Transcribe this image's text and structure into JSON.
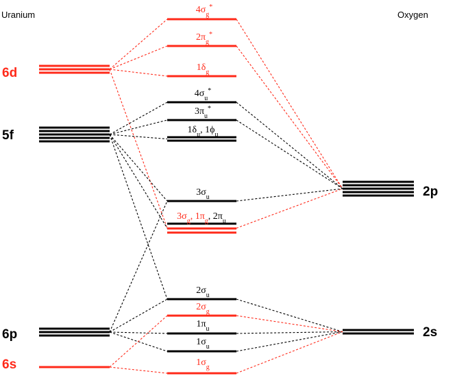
{
  "colors": {
    "red": "#ff2a1a",
    "black": "#000000"
  },
  "headers": {
    "left": "Uranium",
    "right": "Oxygen"
  },
  "uranium_levels": [
    {
      "key": "6d",
      "label": "6d",
      "color": "red"
    },
    {
      "key": "5f",
      "label": "5f",
      "color": "black"
    },
    {
      "key": "6p",
      "label": "6p",
      "color": "black"
    },
    {
      "key": "6s",
      "label": "6s",
      "color": "red"
    }
  ],
  "oxygen_levels": [
    {
      "key": "2p",
      "label": "2p",
      "color": "black"
    },
    {
      "key": "2s",
      "label": "2s",
      "color": "black"
    }
  ],
  "molecular_orbitals": [
    {
      "key": "4sg",
      "color": "red",
      "label": [
        {
          "c": "red",
          "t": "4σ"
        },
        {
          "c": "red",
          "t": "g",
          "sub": true
        },
        {
          "c": "red",
          "t": "*",
          "sup": true
        }
      ]
    },
    {
      "key": "2pg",
      "color": "red",
      "label": [
        {
          "c": "red",
          "t": "2π"
        },
        {
          "c": "red",
          "t": "g",
          "sub": true
        },
        {
          "c": "red",
          "t": "*",
          "sup": true
        }
      ]
    },
    {
      "key": "1dg",
      "color": "red",
      "label": [
        {
          "c": "red",
          "t": "1δ"
        },
        {
          "c": "red",
          "t": "g",
          "sub": true
        }
      ]
    },
    {
      "key": "4su",
      "color": "black",
      "label": [
        {
          "c": "black",
          "t": "4σ"
        },
        {
          "c": "black",
          "t": "u",
          "sub": true
        },
        {
          "c": "black",
          "t": "*",
          "sup": true
        }
      ]
    },
    {
      "key": "3pu",
      "color": "black",
      "label": [
        {
          "c": "black",
          "t": "3π"
        },
        {
          "c": "black",
          "t": "u",
          "sub": true
        },
        {
          "c": "black",
          "t": "*",
          "sup": true
        }
      ]
    },
    {
      "key": "1du1fu",
      "color": "black",
      "label": [
        {
          "c": "black",
          "t": "1δ"
        },
        {
          "c": "black",
          "t": "u",
          "sub": true
        },
        {
          "c": "black",
          "t": ", 1ϕ"
        },
        {
          "c": "black",
          "t": "u",
          "sub": true
        }
      ]
    },
    {
      "key": "3su",
      "color": "black",
      "label": [
        {
          "c": "black",
          "t": "3σ"
        },
        {
          "c": "black",
          "t": "u",
          "sub": true
        }
      ]
    },
    {
      "key": "3sg1pg2pu",
      "color": "red",
      "label": [
        {
          "c": "red",
          "t": "3σ"
        },
        {
          "c": "red",
          "t": "g",
          "sub": true
        },
        {
          "c": "red",
          "t": ", 1π"
        },
        {
          "c": "red",
          "t": "g",
          "sub": true
        },
        {
          "c": "black",
          "t": ", 2π"
        },
        {
          "c": "black",
          "t": "u",
          "sub": true
        }
      ]
    },
    {
      "key": "2su",
      "color": "black",
      "label": [
        {
          "c": "black",
          "t": "2σ"
        },
        {
          "c": "black",
          "t": "u",
          "sub": true
        }
      ]
    },
    {
      "key": "2sg",
      "color": "red",
      "label": [
        {
          "c": "red",
          "t": "2σ"
        },
        {
          "c": "red",
          "t": "g",
          "sub": true
        }
      ]
    },
    {
      "key": "1pu",
      "color": "black",
      "label": [
        {
          "c": "black",
          "t": "1π"
        },
        {
          "c": "black",
          "t": "u",
          "sub": true
        }
      ]
    },
    {
      "key": "1su",
      "color": "black",
      "label": [
        {
          "c": "black",
          "t": "1σ"
        },
        {
          "c": "black",
          "t": "u",
          "sub": true
        }
      ]
    },
    {
      "key": "1sg",
      "color": "red",
      "label": [
        {
          "c": "red",
          "t": "1σ"
        },
        {
          "c": "red",
          "t": "g",
          "sub": true
        }
      ]
    }
  ],
  "correlations": [
    {
      "from": "6d",
      "to": "4sg",
      "color": "red"
    },
    {
      "from": "6d",
      "to": "2pg",
      "color": "red"
    },
    {
      "from": "6d",
      "to": "1dg",
      "color": "red"
    },
    {
      "from": "6d",
      "to": "3sg1pg2pu",
      "color": "red"
    },
    {
      "from": "4sg",
      "to": "2p",
      "color": "red"
    },
    {
      "from": "2pg",
      "to": "2p",
      "color": "red"
    },
    {
      "from": "3sg1pg2pu",
      "to": "2p",
      "color": "red"
    },
    {
      "from": "5f",
      "to": "4su",
      "color": "black"
    },
    {
      "from": "5f",
      "to": "3pu",
      "color": "black"
    },
    {
      "from": "5f",
      "to": "1du1fu",
      "color": "black"
    },
    {
      "from": "5f",
      "to": "3su",
      "color": "black"
    },
    {
      "from": "5f",
      "to": "3sg1pg2pu",
      "color": "black"
    },
    {
      "from": "5f",
      "to": "2su",
      "color": "black"
    },
    {
      "from": "4su",
      "to": "2p",
      "color": "black"
    },
    {
      "from": "3pu",
      "to": "2p",
      "color": "black"
    },
    {
      "from": "3su",
      "to": "2p",
      "color": "black"
    },
    {
      "from": "6p",
      "to": "3su",
      "color": "black"
    },
    {
      "from": "6p",
      "to": "2su",
      "color": "black"
    },
    {
      "from": "6p",
      "to": "1pu",
      "color": "black"
    },
    {
      "from": "6p",
      "to": "1su",
      "color": "black"
    },
    {
      "from": "2su",
      "to": "2s",
      "color": "black"
    },
    {
      "from": "1pu",
      "to": "2s",
      "color": "black"
    },
    {
      "from": "1su",
      "to": "2s",
      "color": "black"
    },
    {
      "from": "6s",
      "to": "2sg",
      "color": "red"
    },
    {
      "from": "6s",
      "to": "1sg",
      "color": "red"
    },
    {
      "from": "2sg",
      "to": "2s",
      "color": "red"
    },
    {
      "from": "1sg",
      "to": "2s",
      "color": "red"
    }
  ]
}
